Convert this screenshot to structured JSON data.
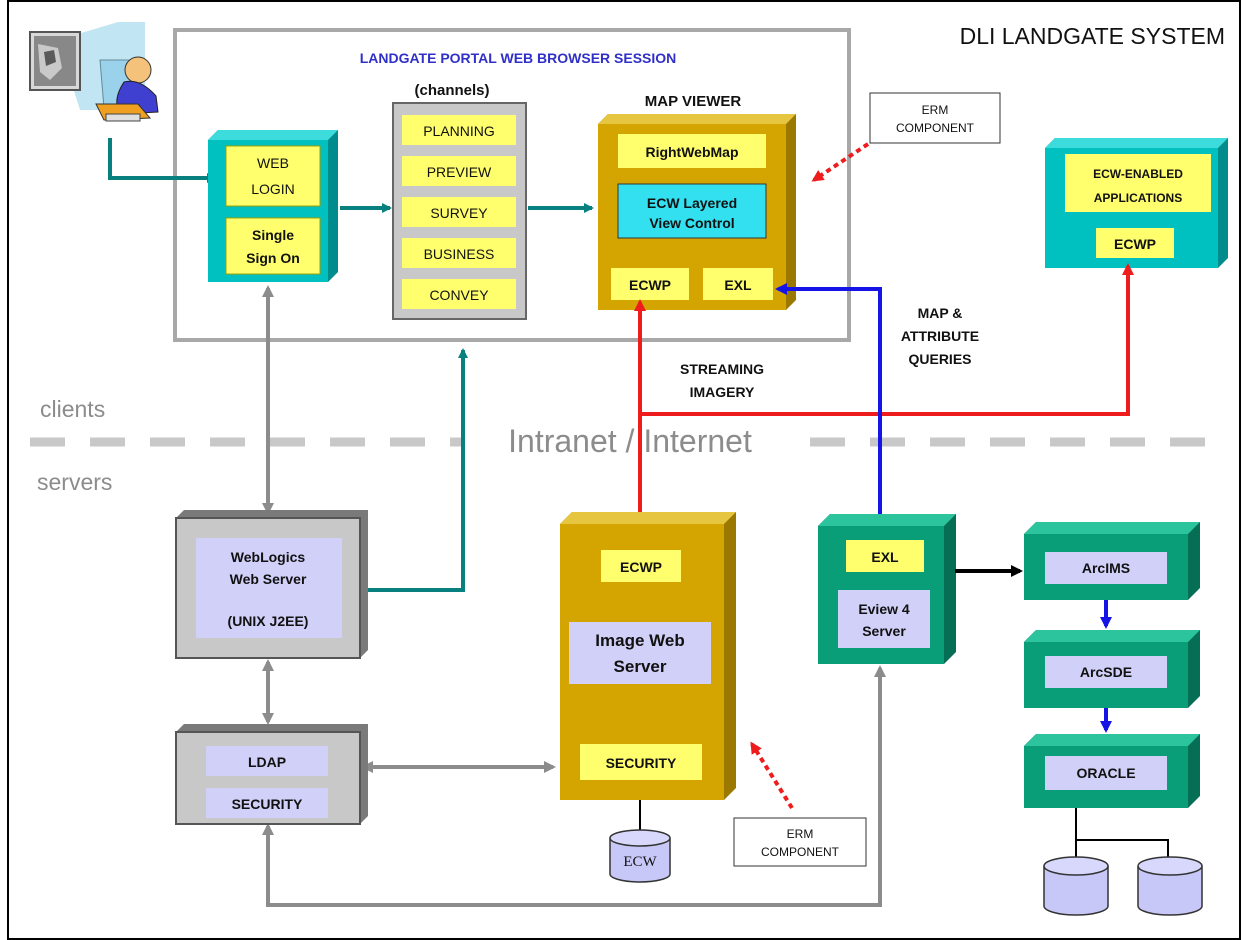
{
  "title": "DLI LANDGATE SYSTEM",
  "portal_session_label": "LANDGATE PORTAL WEB  BROWSER SESSION",
  "channels_label": "(channels)",
  "map_viewer_label": "MAP VIEWER",
  "web_login": {
    "line1": "WEB",
    "line2": "LOGIN",
    "sso_line1": "Single",
    "sso_line2": "Sign On"
  },
  "channels": [
    "PLANNING",
    "PREVIEW",
    "SURVEY",
    "BUSINESS",
    "CONVEY"
  ],
  "map_viewer": {
    "right_web_map": "RightWebMap",
    "ecw_line1": "ECW Layered",
    "ecw_line2": "View Control",
    "ecwp": "ECWP",
    "exl": "EXL"
  },
  "erm_top": {
    "line1": "ERM",
    "line2": "COMPONENT"
  },
  "ecw_apps": {
    "line1": "ECW-ENABLED",
    "line2": "APPLICATIONS",
    "ecwp": "ECWP"
  },
  "map_queries": {
    "line1": "MAP &",
    "line2": "ATTRIBUTE",
    "line3": "QUERIES"
  },
  "streaming": {
    "line1": "STREAMING",
    "line2": "IMAGERY"
  },
  "clients_label": "clients",
  "servers_label": "servers",
  "network_label": "Intranet / Internet",
  "weblogics": {
    "line1": "WebLogics",
    "line2": "Web  Server",
    "line3": "(UNIX J2EE)"
  },
  "ldap": {
    "line1": "LDAP",
    "line2": "SECURITY"
  },
  "image_server": {
    "ecwp": "ECWP",
    "line1": "Image  Web",
    "line2": "Server",
    "security": "SECURITY"
  },
  "ecw_db": "ECW",
  "erm_bottom": {
    "line1": "ERM",
    "line2": "COMPONENT"
  },
  "eview": {
    "exl": "EXL",
    "line1": "Eview 4",
    "line2": "Server"
  },
  "arcims": "ArcIMS",
  "arcsde": "ArcSDE",
  "oracle": "ORACLE",
  "colors": {
    "teal": "#00b8b8",
    "teal_dark": "#008c8c",
    "gold": "#d4a400",
    "gold_dark": "#9b7900",
    "gray_box": "#c8c8c8",
    "lavender": "#d0d0f8",
    "yellow": "#ffff6e",
    "green": "#0a9e78",
    "green_dark": "#066e54",
    "arrow_teal": "#088080",
    "arrow_gray": "#8c8c8c",
    "arrow_red": "#ee1c1c",
    "arrow_blue": "#1414e6",
    "title_blue": "#3030c8",
    "dashes": "#c8c8c8"
  }
}
